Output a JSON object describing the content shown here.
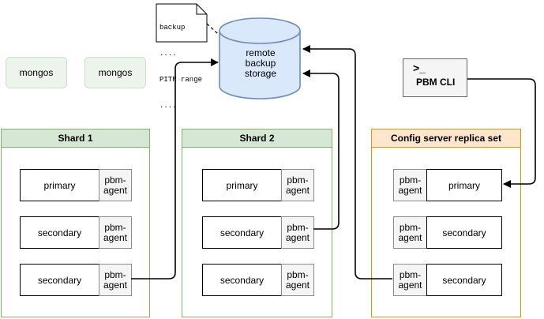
{
  "note": {
    "lines": [
      "backup",
      "....",
      "PITR range",
      "...."
    ]
  },
  "mongos": [
    {
      "label": "mongos"
    },
    {
      "label": "mongos"
    }
  ],
  "storage": {
    "lines": [
      "remote",
      "backup",
      "storage"
    ]
  },
  "pbm_cli": {
    "prompt": ">_",
    "label": "PBM CLI"
  },
  "clusters": [
    {
      "title": "Shard 1",
      "rows": [
        {
          "role": "primary",
          "agent": "pbm-agent"
        },
        {
          "role": "secondary",
          "agent": "pbm-agent"
        },
        {
          "role": "secondary",
          "agent": "pbm-agent"
        }
      ]
    },
    {
      "title": "Shard 2",
      "rows": [
        {
          "role": "primary",
          "agent": "pbm-agent"
        },
        {
          "role": "secondary",
          "agent": "pbm-agent"
        },
        {
          "role": "secondary",
          "agent": "pbm-agent"
        }
      ]
    },
    {
      "title": "Config server replica set",
      "rows": [
        {
          "role": "primary",
          "agent": "pbm-agent"
        },
        {
          "role": "secondary",
          "agent": "pbm-agent"
        },
        {
          "role": "secondary",
          "agent": "pbm-agent"
        }
      ]
    }
  ],
  "colors": {
    "shard_header_fill": "#d5e8d4",
    "shard_border": "#82b366",
    "config_header_fill": "#ffe6cc",
    "config_border": "#d79b00",
    "storage_fill": "#dae8fc",
    "storage_border": "#6c8ebf",
    "agent_fill": "#f5f5f5",
    "agent_border": "#8a8a8a",
    "cli_fill": "#f5f5f5",
    "cli_border": "#666666",
    "mongos_fill": "#edf4ec",
    "connector": "#000000"
  }
}
